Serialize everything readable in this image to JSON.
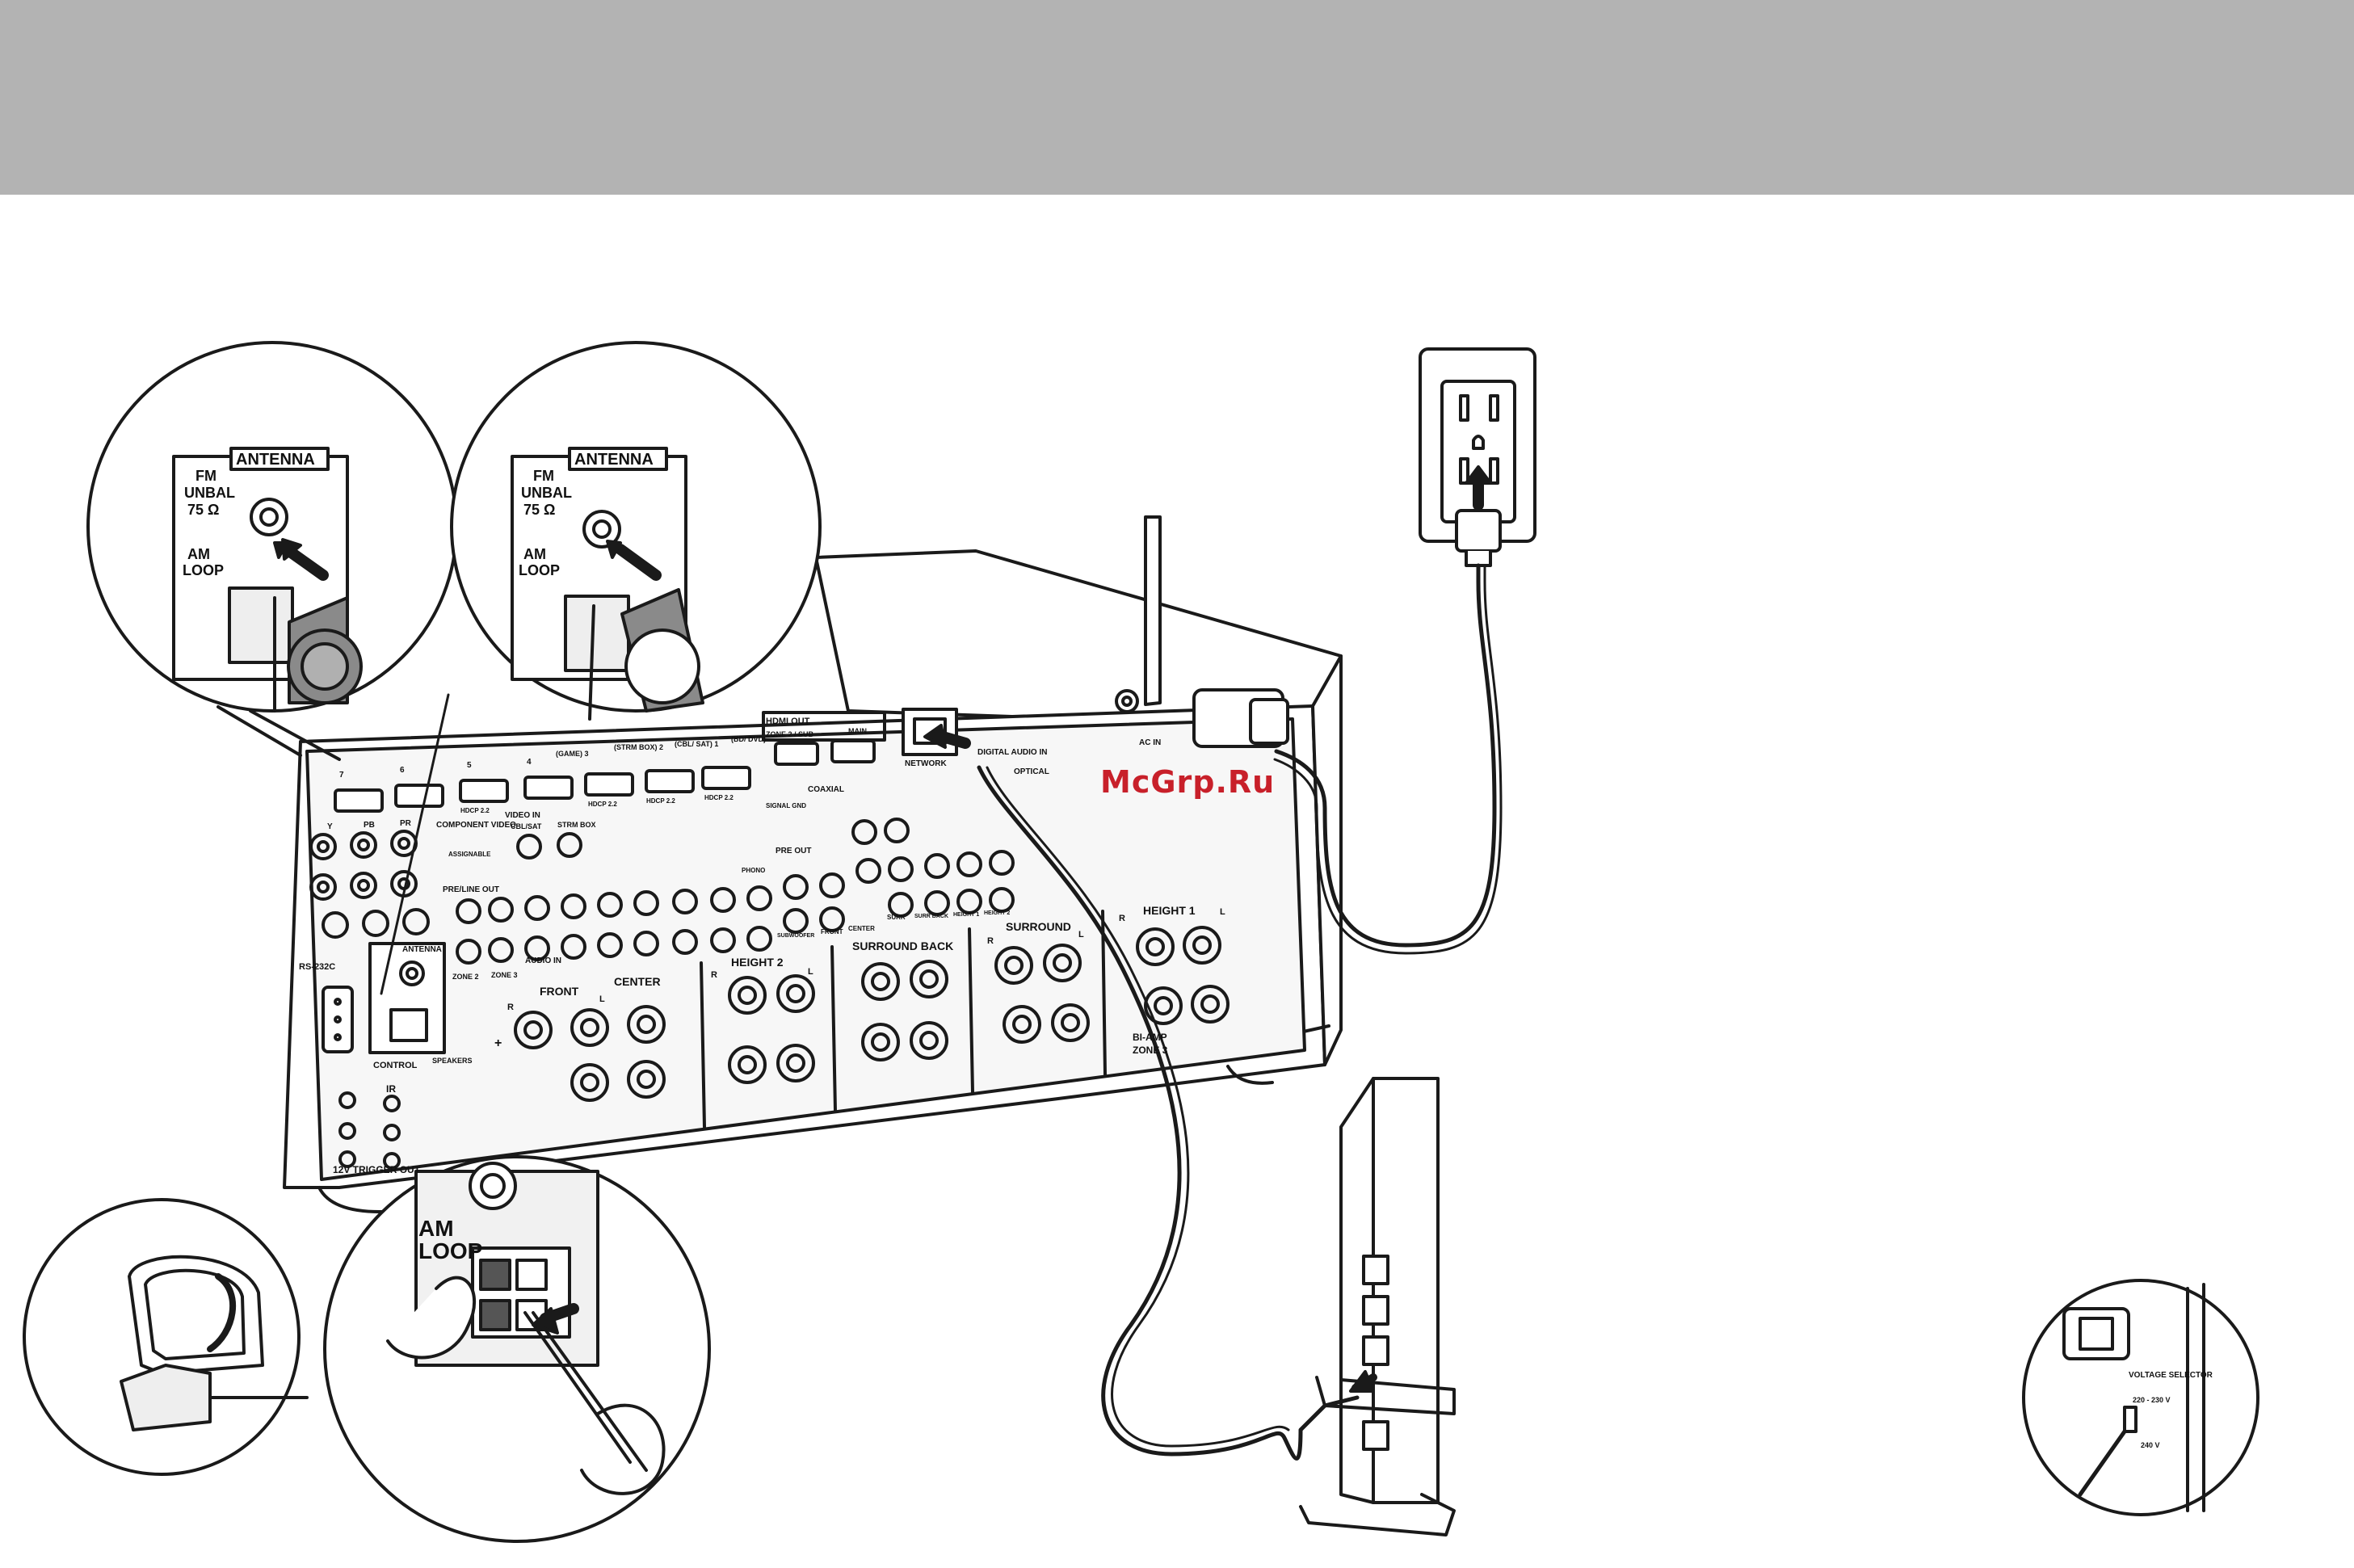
{
  "colors": {
    "header": "#b3b3b3",
    "line": "#1a1a1a",
    "panel": "#ececec",
    "watermark": "#c8202a"
  },
  "watermark": "McGrp.Ru",
  "antenna_callout": {
    "antenna": "ANTENNA",
    "fm": "FM",
    "unbal": "UNBAL",
    "ohm": "75 Ω",
    "am": "AM",
    "loop": "LOOP"
  },
  "rear_panel": {
    "hdmi_out": "HDMI OUT",
    "zone2_sub": "ZONE 2 / SUB",
    "main": "MAIN",
    "hdmi_inputs": [
      "7",
      "6",
      "5",
      "4",
      "(GAME) 3",
      "(STRM BOX) 2",
      "(CBL/ SAT) 1",
      "(BD/ DVD)"
    ],
    "hdcp": "HDCP 2.2",
    "network": "NETWORK",
    "digital_audio_in": "DIGITAL AUDIO IN",
    "coaxial": "COAXIAL",
    "optical": "OPTICAL",
    "ac_in": "AC IN",
    "component_video": "COMPONENT VIDEO",
    "video_in": "VIDEO IN",
    "assignable": "ASSIGNABLE",
    "cbl_sat": "CBL/SAT",
    "strm_box": "STRM BOX",
    "signal_gnd": "SIGNAL GND",
    "pre_out": "PRE OUT",
    "phono": "PHONO",
    "pre_line_out": "PRE/LINE OUT",
    "audio_in": "AUDIO IN",
    "zone2": "ZONE 2",
    "zone3": "ZONE 3",
    "subwoofer": "SUBWOOFER",
    "front": "FRONT",
    "center": "CENTER",
    "surr": "SURR",
    "surr_back": "SURR BACK",
    "height1": "HEIGHT 1",
    "height2": "HEIGHT 2",
    "surround": "SURROUND",
    "surround_back": "SURROUND BACK",
    "bi_amp": "BI-AMP",
    "zone3_label": "ZONE 3",
    "rs232c": "RS-232C",
    "control": "CONTROL",
    "ir": "IR",
    "trigger_out": "12V TRIGGER OUT",
    "speakers": "SPEAKERS",
    "y": "Y",
    "pb": "PB",
    "pr": "PR",
    "r": "R",
    "l": "L",
    "plus": "+"
  },
  "voltage_callout": {
    "title": "VOLTAGE SELECTOR",
    "v1": "220 - 230 V",
    "v2": "240 V"
  }
}
